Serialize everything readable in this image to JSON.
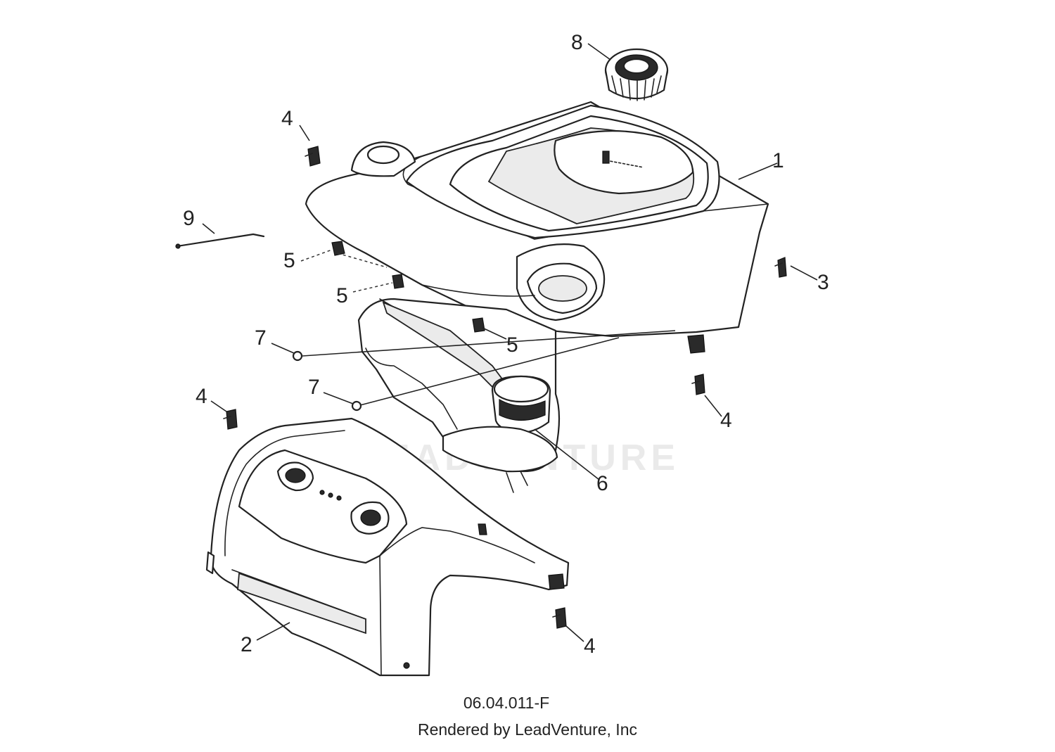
{
  "callouts": {
    "c1": "1",
    "c2": "2",
    "c3": "3",
    "c4a": "4",
    "c4b": "4",
    "c4c": "4",
    "c4d": "4",
    "c5a": "5",
    "c5b": "5",
    "c5c": "5",
    "c6": "6",
    "c7a": "7",
    "c7b": "7",
    "c8": "8",
    "c9": "9"
  },
  "watermark": "LEADVENTURE",
  "footer": {
    "drawing_code": "06.04.011-F",
    "credit": "Rendered by LeadVenture, Inc"
  }
}
